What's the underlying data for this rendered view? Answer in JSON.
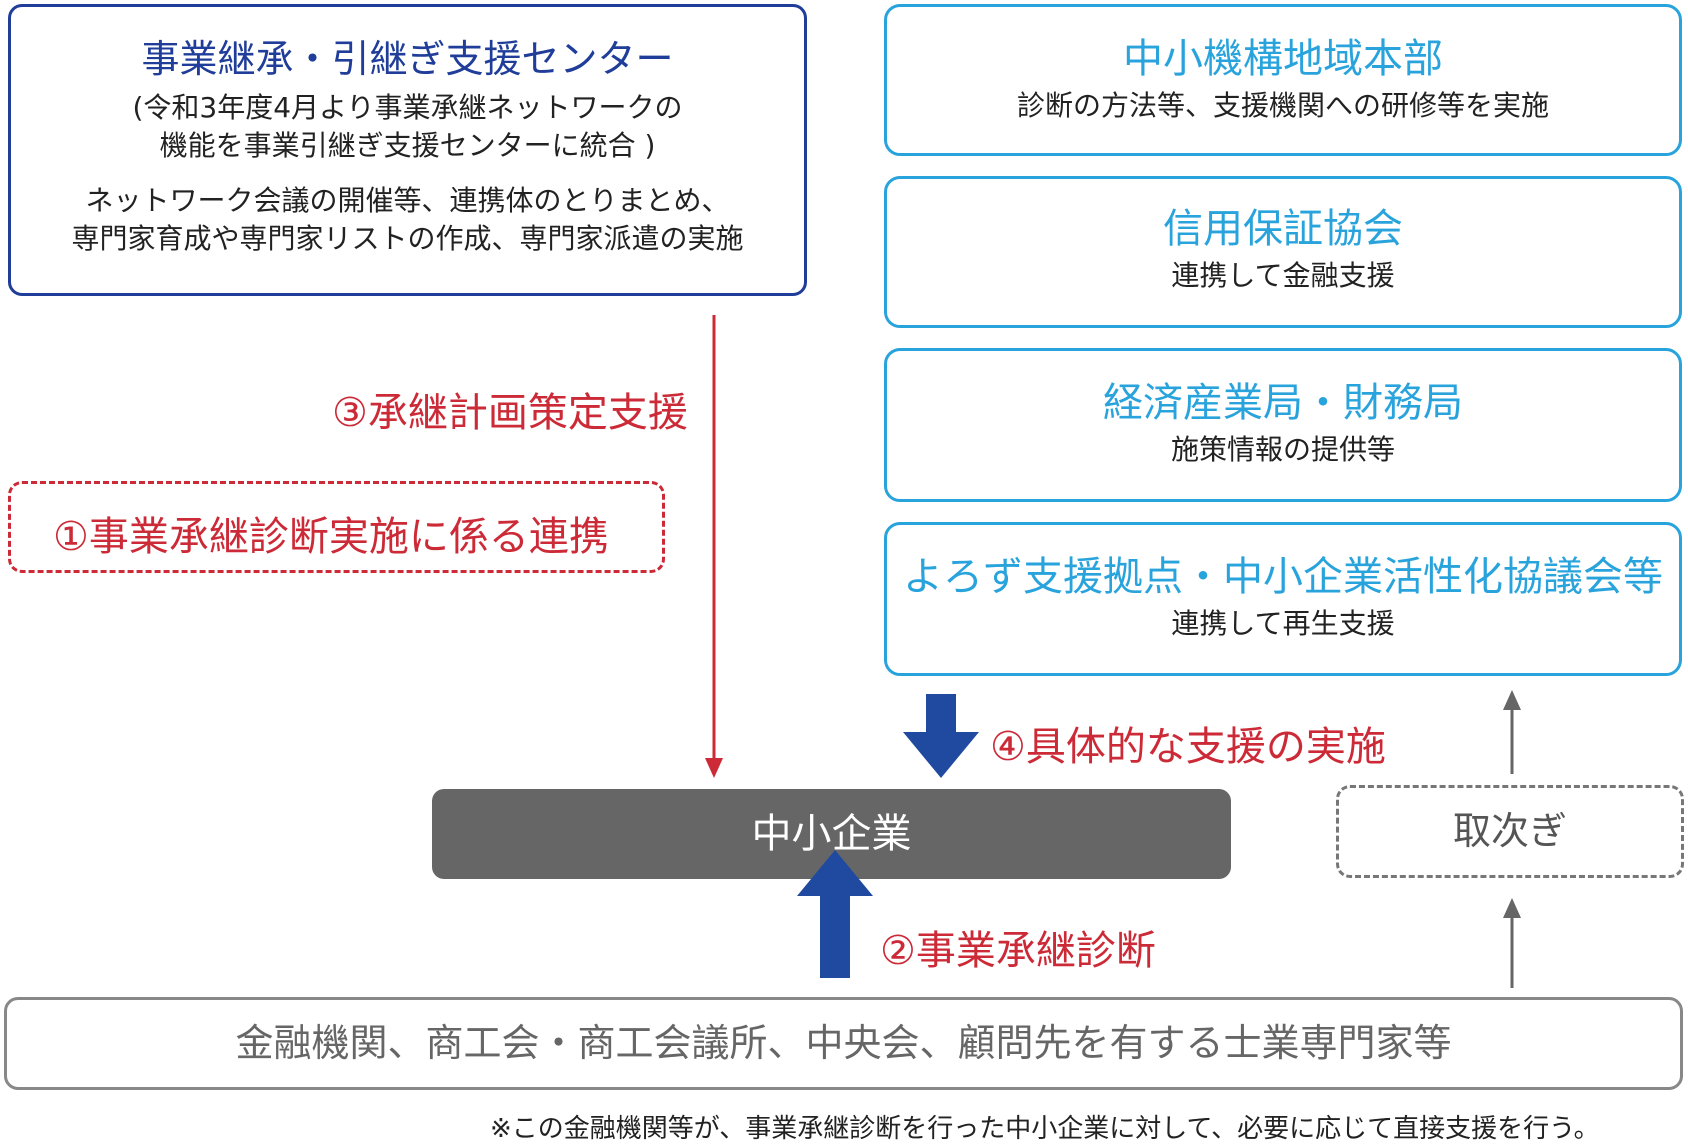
{
  "center_box": {
    "title": "事業継承・引継ぎ支援センター",
    "note_line1": "(令和3年度4月より事業承継ネットワークの",
    "note_line2": "機能を事業引継ぎ支援センターに統合 )",
    "desc_line1": "ネットワーク会議の開催等、連携体のとりまとめ、",
    "desc_line2": "専門家育成や専門家リストの作成、専門家派遣の実施"
  },
  "partners": [
    {
      "title": "中小機構地域本部",
      "desc": "診断の方法等、支援機関への研修等を実施"
    },
    {
      "title": "信用保証協会",
      "desc": "連携して金融支援"
    },
    {
      "title": "経済産業局・財務局",
      "desc": "施策情報の提供等"
    },
    {
      "title": "よろず支援拠点・中小企業活性化協議会等",
      "desc": "連携して再生支援"
    }
  ],
  "steps": {
    "step1": "①事業承継診断実施に係る連携",
    "step2": "②事業承継診断",
    "step3": "③承継計画策定支援",
    "step4": "④具体的な支援の実施"
  },
  "company": "中小企業",
  "relay": "取次ぎ",
  "bottom": "金融機関、商工会・商工会議所、中央会、顧問先を有する士業専門家等",
  "footnote": "※この金融機関等が、事業承継診断を行った中小企業に対して、必要に応じて直接支援を行う。",
  "colors": {
    "navy": "#1f3d99",
    "sky": "#29a3dc",
    "red": "#cc2a37",
    "company_fill": "#666666",
    "arrow_blue": "#1f4aa0",
    "arrow_gray": "#666666"
  }
}
